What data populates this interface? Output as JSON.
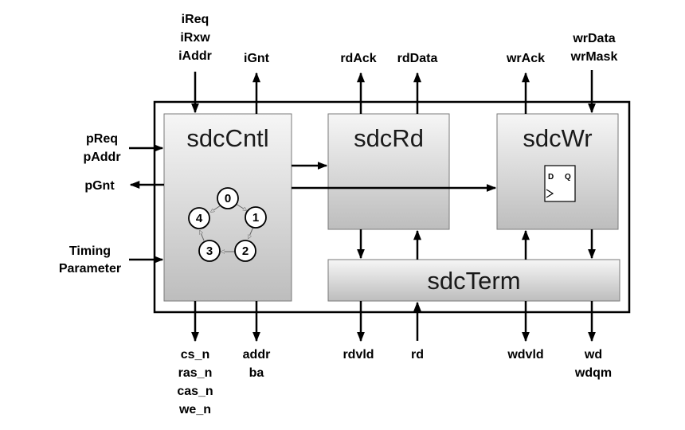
{
  "blocks": {
    "cntl": "sdcCntl",
    "rd": "sdcRd",
    "wr": "sdcWr",
    "term": "sdcTerm"
  },
  "states": [
    "0",
    "1",
    "2",
    "3",
    "4"
  ],
  "flipflop": {
    "d": "D",
    "q": "Q"
  },
  "signals": {
    "top": {
      "ireq": "iReq",
      "irxw": "iRxw",
      "iaddr": "iAddr",
      "ignt": "iGnt",
      "rdack": "rdAck",
      "rddata": "rdData",
      "wrack": "wrAck",
      "wrdata": "wrData",
      "wrmask": "wrMask"
    },
    "left": {
      "preq": "pReq",
      "paddr": "pAddr",
      "pgnt": "pGnt",
      "timing": "Timing",
      "parameter": "Parameter"
    },
    "bottom": {
      "cs_n": "cs_n",
      "ras_n": "ras_n",
      "cas_n": "cas_n",
      "we_n": "we_n",
      "addr": "addr",
      "ba": "ba",
      "rdvld": "rdvld",
      "rd": "rd",
      "wdvld": "wdvld",
      "wd": "wd",
      "wdqm": "wdqm"
    }
  }
}
